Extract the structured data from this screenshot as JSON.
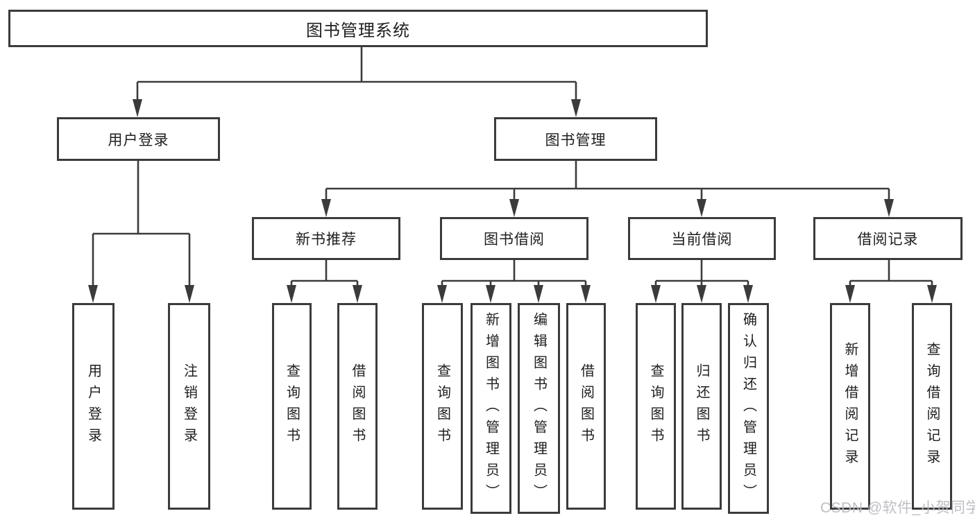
{
  "diagram": {
    "root": {
      "label": "图书管理系统"
    },
    "branches": [
      {
        "label": "用户登录",
        "children": [
          {
            "label": "用户登录"
          },
          {
            "label": "注销登录"
          }
        ]
      },
      {
        "label": "图书管理",
        "children": [
          {
            "label": "新书推荐",
            "children": [
              {
                "label": "查询图书"
              },
              {
                "label": "借阅图书"
              }
            ]
          },
          {
            "label": "图书借阅",
            "children": [
              {
                "label": "查询图书"
              },
              {
                "label": "新增图书（管理员）"
              },
              {
                "label": "编辑图书（管理员）"
              },
              {
                "label": "借阅图书"
              }
            ]
          },
          {
            "label": "当前借阅",
            "children": [
              {
                "label": "查询图书"
              },
              {
                "label": "归还图书"
              },
              {
                "label": "确认归还（管理员）"
              }
            ]
          },
          {
            "label": "借阅记录",
            "children": [
              {
                "label": "新增借阅记录"
              },
              {
                "label": "查询借阅记录"
              }
            ]
          }
        ]
      }
    ]
  },
  "watermark": {
    "text": "CSDN @软件_小贺同学"
  },
  "colors": {
    "line": "#3b3b3b",
    "text": "#1e1e1e",
    "background": "#ffffff",
    "watermark": "#bababd"
  }
}
